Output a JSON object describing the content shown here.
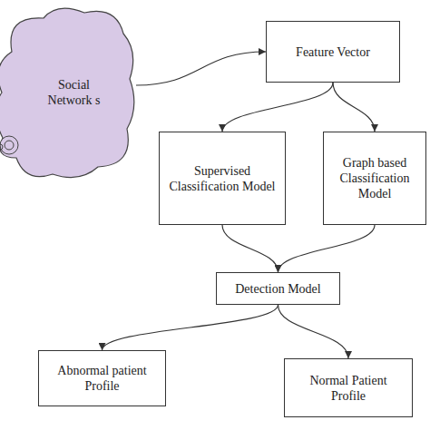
{
  "diagram": {
    "nodes": [
      {
        "text": [
          "Social Network s"
        ]
      },
      {
        "text": [
          "Feature Vector"
        ]
      },
      {
        "text": [
          "Supervised Classification Model"
        ]
      },
      {
        "text": [
          "Graph based Classification Model"
        ]
      },
      {
        "text": [
          "Detection Model"
        ]
      },
      {
        "text": [
          "Abnormal patient Profile"
        ]
      },
      {
        "text": [
          "Normal Patient Profile"
        ]
      }
    ],
    "edges": [
      {
        "from": 0,
        "to": 1,
        "arrow": "to"
      },
      {
        "from": 1,
        "to": 2,
        "arrow": "to"
      },
      {
        "from": 1,
        "to": 3,
        "arrow": "to"
      },
      {
        "from": 2,
        "to": 4,
        "arrow": "to"
      },
      {
        "from": 3,
        "to": 4,
        "arrow": "to"
      },
      {
        "from": 4,
        "to": 5,
        "arrow": "to"
      },
      {
        "from": 4,
        "to": 6,
        "arrow": "to"
      }
    ]
  }
}
